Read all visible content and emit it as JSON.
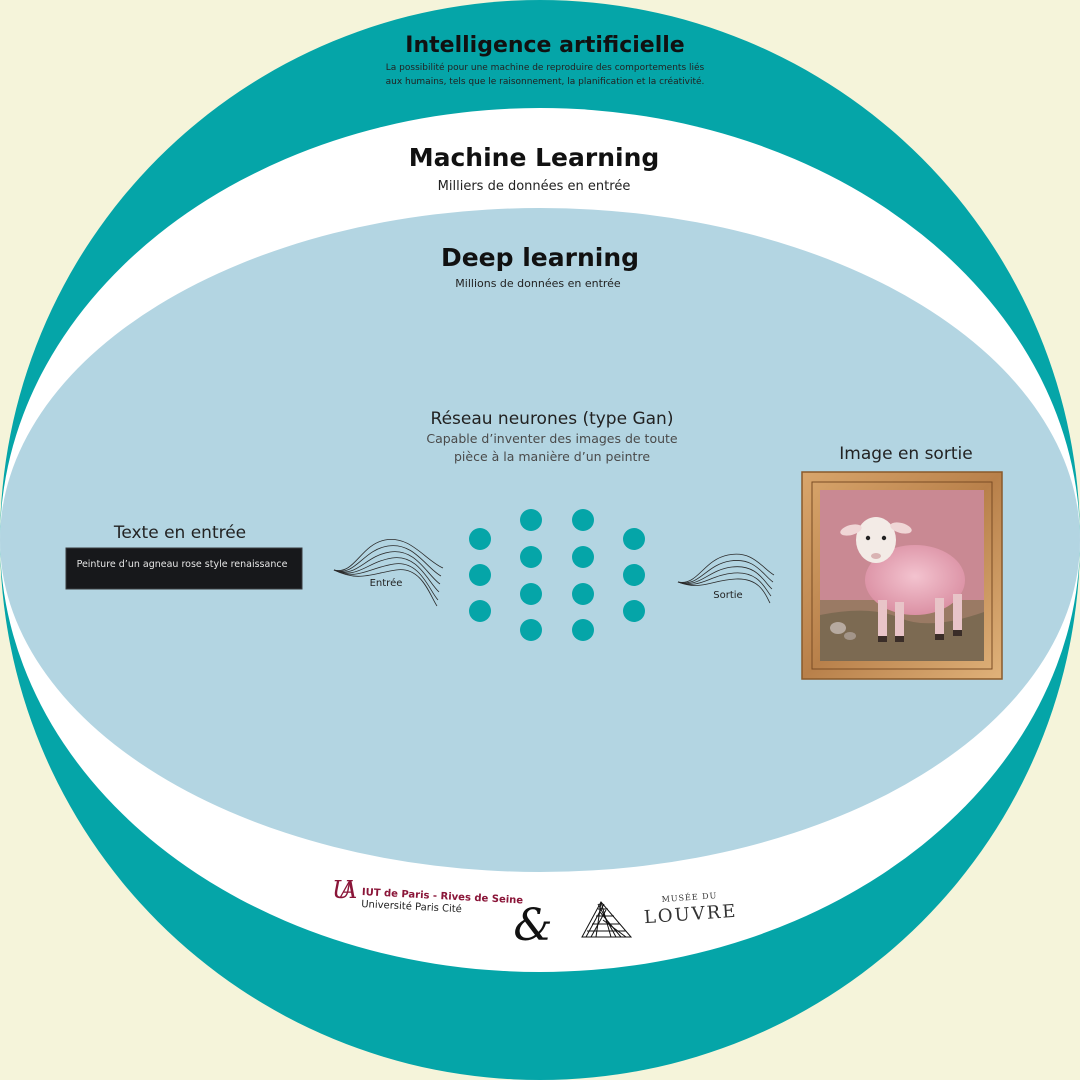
{
  "ai": {
    "title": "Intelligence artificielle",
    "desc_line1": "La possibilité pour une machine de reproduire des comportements liés",
    "desc_line2": "aux humains, tels que le raisonnement, la planification et la créativité."
  },
  "ml": {
    "title": "Machine Learning",
    "desc": "Milliers de données en entrée"
  },
  "dl": {
    "title": "Deep learning",
    "desc": "Millions de données en entrée"
  },
  "network": {
    "title": "Réseau neurones (type Gan)",
    "desc_line1": "Capable d’inventer des images de toute",
    "desc_line2": "pièce à la manière d’un peintre"
  },
  "input": {
    "label": "Texte en entrée",
    "prompt": "Peinture d’un agneau rose style renaissance",
    "arrow_label": "Entrée"
  },
  "output": {
    "label": "Image en sortie",
    "arrow_label": "Sortie"
  },
  "logos": {
    "iut_line1": "IUT de Paris - Rives de Seine",
    "iut_line2": "Université Paris Cité",
    "ampersand": "&",
    "louvre_line1": "MUSÉE DU",
    "louvre_line2": "LOUVRE"
  },
  "colors": {
    "background": "#f5f4da",
    "outer_ring": "#05a5a8",
    "middle": "#ffffff",
    "inner": "#b3d5e2",
    "node": "#05a5a8",
    "iut_red": "#8a1538",
    "prompt_box": "#17181b"
  }
}
